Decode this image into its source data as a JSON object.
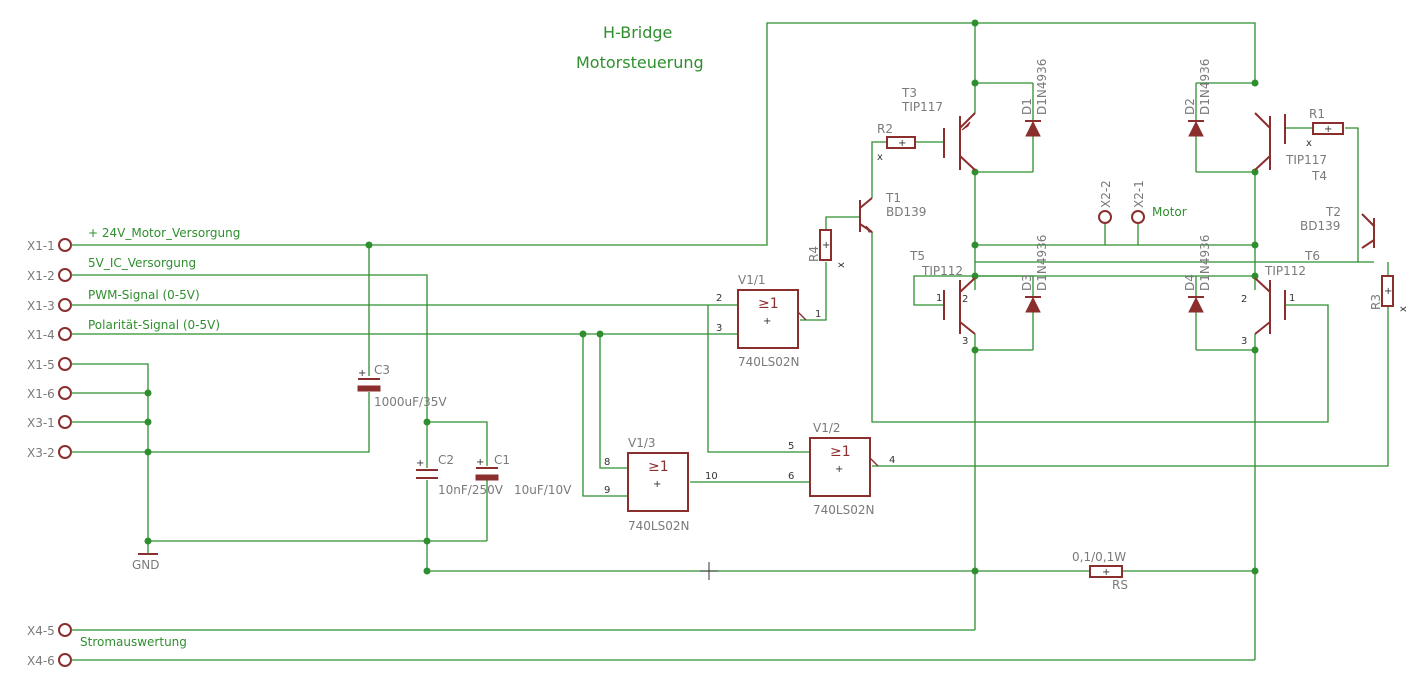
{
  "title": {
    "line1": "H-Bridge",
    "line2": "Motorsteuerung"
  },
  "connectors": {
    "x1_1": "X1-1",
    "x1_2": "X1-2",
    "x1_3": "X1-3",
    "x1_4": "X1-4",
    "x1_5": "X1-5",
    "x1_6": "X1-6",
    "x3_1": "X3-1",
    "x3_2": "X3-2",
    "x4_5": "X4-5",
    "x4_6": "X4-6",
    "x2_2": "X2-2",
    "x2_1": "X2-1"
  },
  "nets": {
    "motor_supply": "+ 24V_Motor_Versorgung",
    "ic_supply": "5V_IC_Versorgung",
    "pwm": "PWM-Signal (0-5V)",
    "polarity": "Polarität-Signal (0-5V)",
    "current": "Stromauswertung",
    "motor": "Motor"
  },
  "components": {
    "c3": {
      "name": "C3",
      "value": "1000uF/35V"
    },
    "c2": {
      "name": "C2",
      "value": "10nF/250V"
    },
    "c1": {
      "name": "C1",
      "value": "10uF/10V"
    },
    "gnd": "GND",
    "v1_1": {
      "name": "V1/1",
      "part": "740LS02N",
      "sym": "≥1"
    },
    "v1_2": {
      "name": "V1/2",
      "part": "740LS02N",
      "sym": "≥1"
    },
    "v1_3": {
      "name": "V1/3",
      "part": "740LS02N",
      "sym": "≥1"
    },
    "t1": {
      "name": "T1",
      "part": "BD139"
    },
    "t2": {
      "name": "T2",
      "part": "BD139"
    },
    "t3": {
      "name": "T3",
      "part": "TIP117"
    },
    "t4": {
      "name": "T4",
      "part": "TIP117"
    },
    "t5": {
      "name": "T5",
      "part": "TIP112"
    },
    "t6": {
      "name": "T6",
      "part": "TIP112"
    },
    "r1": {
      "name": "R1",
      "value": "x"
    },
    "r2": {
      "name": "R2",
      "value": "x"
    },
    "r3": {
      "name": "R3",
      "value": "x"
    },
    "r4": {
      "name": "R4",
      "value": "x"
    },
    "rs": {
      "name": "RS",
      "value": "0,1/0,1W"
    },
    "d1": {
      "name": "D1",
      "part": "D1N4936"
    },
    "d2": {
      "name": "D2",
      "part": "D1N4936"
    },
    "d3": {
      "name": "D3",
      "part": "D1N4936"
    },
    "d4": {
      "name": "D4",
      "part": "D1N4936"
    }
  },
  "pins": {
    "p1": "1",
    "p2": "2",
    "p3": "3",
    "p4": "4",
    "p5": "5",
    "p6": "6",
    "p8": "8",
    "p9": "9",
    "p10": "10"
  }
}
